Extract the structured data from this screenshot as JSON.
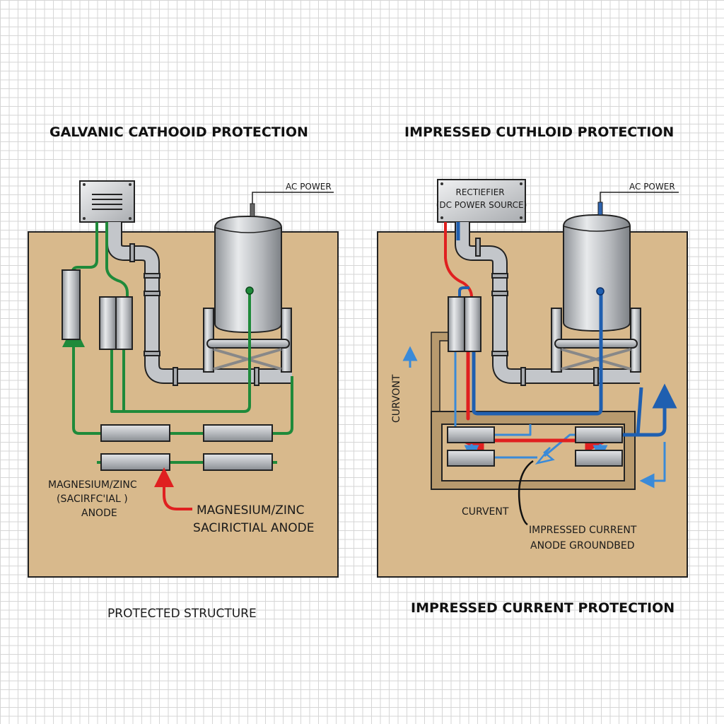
{
  "left_panel": {
    "title": "GALVANIC CATHOOID PROTECTION",
    "ac_power_label": "AC POWER",
    "anode_label_lines": [
      "MAGNESIUM/ZINC",
      "(SACIRFC'IAL )",
      "ANODE"
    ],
    "callout_label_lines": [
      "MAGNESIUM/ZINC",
      "SACIRICTIAL ANODE"
    ],
    "caption": "PROTECTED STRUCTURE",
    "wire_color": "#1f8a3a",
    "callout_arrow_color": "#e02020"
  },
  "right_panel": {
    "title": "IMPRESSED CUTHLOID PROTECTION",
    "rectifier_label_lines": [
      "RECTIEFIER",
      "(DC POWER SOURCE)"
    ],
    "ac_power_label": "AC POWER",
    "vertical_current_label": "CURVONT",
    "current_label": "CURVENT",
    "groundbed_label_lines": [
      "IMPRESSED CURRENT",
      "ANODE GROUNDBED"
    ],
    "caption": "IMPRESSED CURRENT PROTECTION",
    "positive_wire_color": "#e02020",
    "negative_wire_color": "#1f5fb0",
    "current_arrow_color": "#3a8ad8"
  },
  "colors": {
    "soil": "#d8b98c",
    "soil_dark": "#b89a6e",
    "metal_light": "#e6e8ea",
    "metal_dark": "#8c9095",
    "outline": "#222222"
  }
}
